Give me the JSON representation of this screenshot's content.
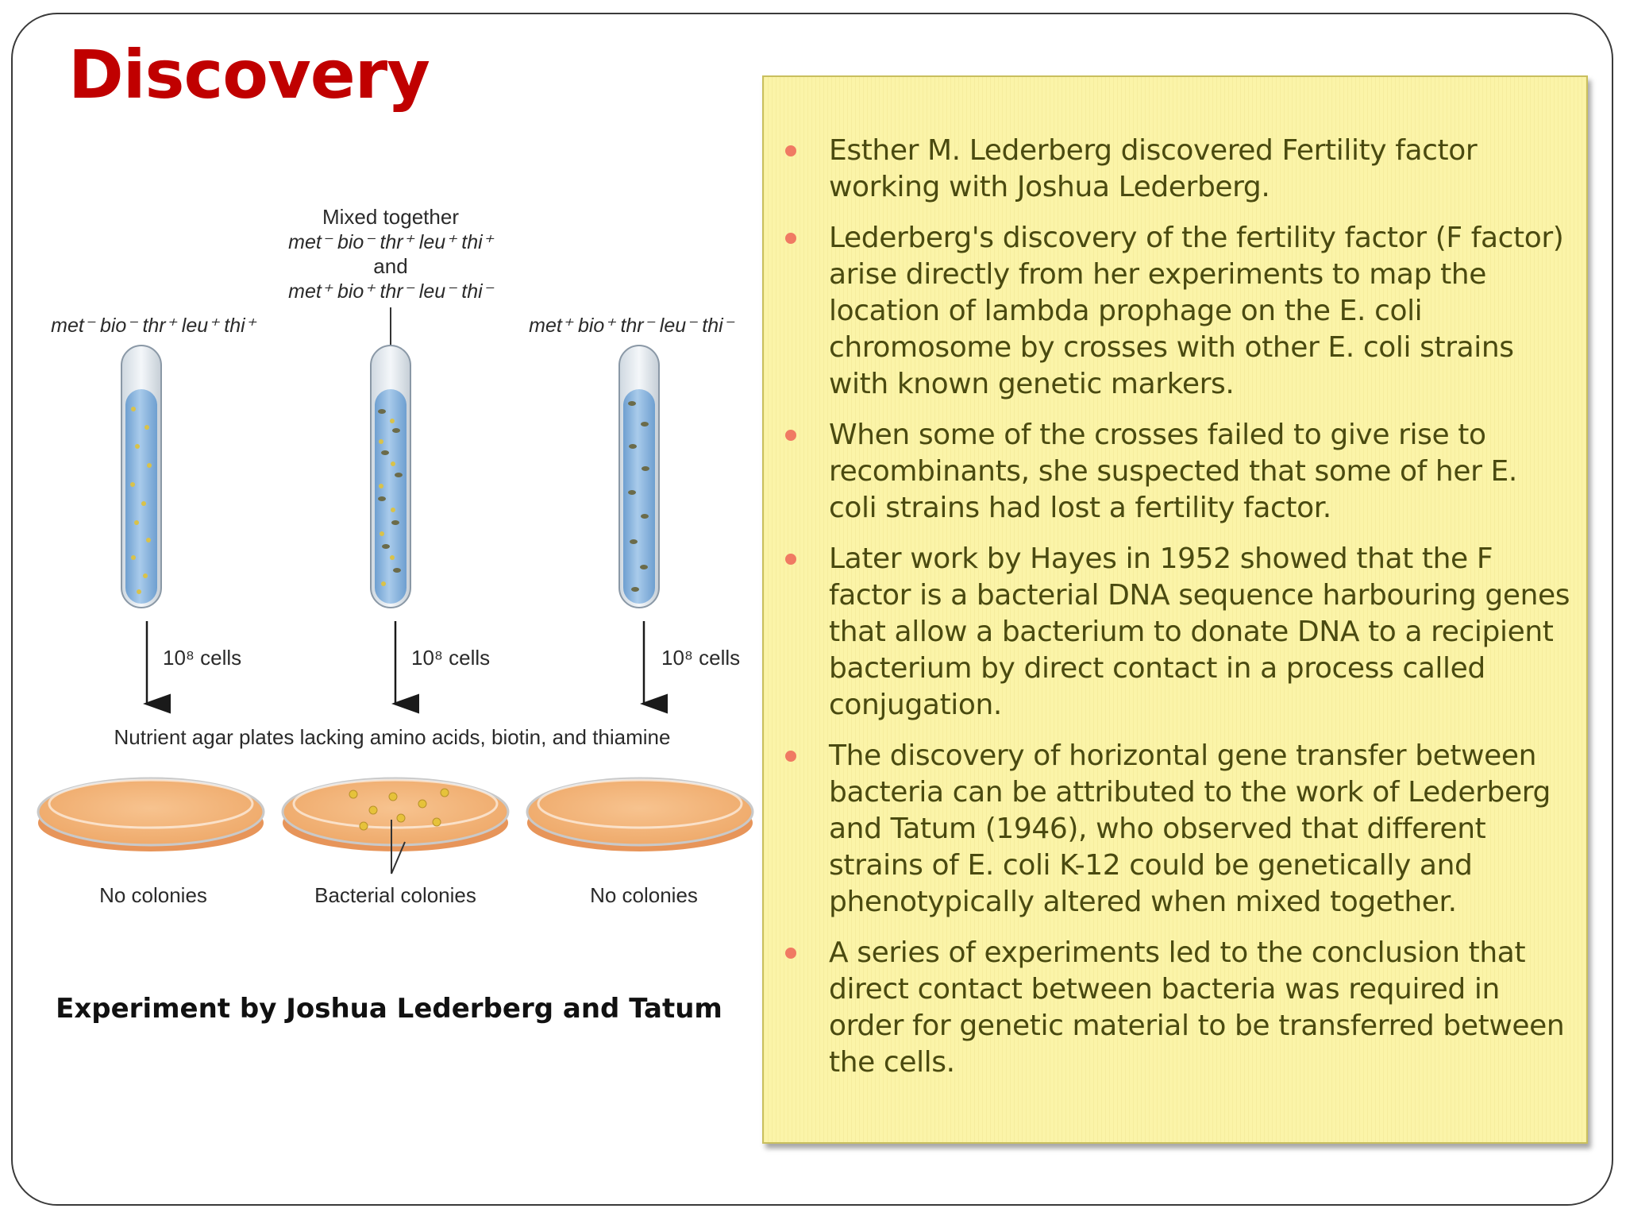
{
  "slide": {
    "title": "Discovery",
    "caption": "Experiment by Joshua Lederberg and Tatum"
  },
  "diagram": {
    "mixed_label": "Mixed together",
    "mixed_genotype_1": "met⁻ bio⁻ thr⁺ leu⁺ thi⁺",
    "mixed_and": "and",
    "mixed_genotype_2": "met⁺ bio⁺ thr⁻ leu⁻ thi⁻",
    "left_genotype": "met⁻ bio⁻ thr⁺ leu⁺ thi⁺",
    "right_genotype": "met⁺ bio⁺ thr⁻ leu⁻ thi⁻",
    "cells_label": "10⁸ cells",
    "plates_label": "Nutrient agar plates lacking amino acids, biotin, and thiamine",
    "left_plate_label": "No colonies",
    "middle_plate_label": "Bacterial colonies",
    "right_plate_label": "No colonies"
  },
  "bullets": [
    "Esther M. Lederberg discovered Fertility factor working with Joshua Lederberg.",
    "Lederberg's discovery of the fertility factor (F factor) arise  directly from her experiments to map the location of lambda prophage on the E. coli chromosome by crosses with other E. coli strains with known genetic markers.",
    "When some of the crosses failed to give rise to recombinants, she suspected that some of her E. coli strains had lost a fertility factor.",
    "Later work by  Hayes in 1952 showed that the F factor is a bacterial DNA sequence harbouring genes that allow a bacterium to donate DNA to a recipient bacterium by direct contact in a process called conjugation.",
    "The discovery of horizontal gene transfer between bacteria can be attributed to the work of Lederberg and Tatum (1946), who observed that different strains of E. coli K-12 could be genetically and phenotypically altered when mixed together.",
    "A series of experiments led to the conclusion that direct contact between bacteria was required in order for genetic material to be transferred between the cells."
  ],
  "colors": {
    "title": "#c00000",
    "panel_background": "#fbf4a8",
    "bullet_text": "#4a4a10",
    "bullet_dot": "#f07a63",
    "agar": "#f4b67a",
    "tube_liquid": "#8fb8df"
  }
}
